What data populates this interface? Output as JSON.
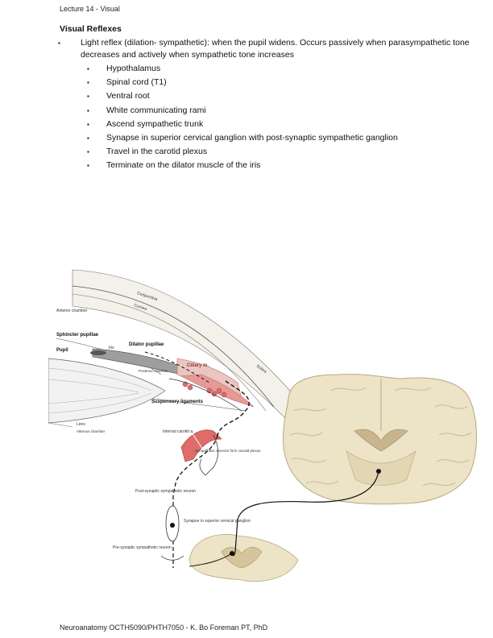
{
  "header": "Lecture 14 - Visual",
  "section_title": "Visual Reflexes",
  "main_bullet": "Light reflex (dilation- sympathetic): when the pupil widens.  Occurs passively when parasympathetic tone decreases and actively when sympathetic tone increases",
  "steps": [
    "Hypothalamus",
    "Spinal cord (T1)",
    "Ventral root",
    "White communicating rami",
    "Ascend sympathetic trunk",
    "Synapse in superior cervical ganglion with post-synaptic sympathetic ganglion",
    "Travel in the carotid plexus",
    "Terminate on the dilator muscle of the iris"
  ],
  "figure_labels": {
    "conjunctiva": "Conjunctiva",
    "cornea": "Cornea",
    "anterior_chamber": "Anterior chamber",
    "sphincter": "Sphincter pupillae",
    "pupil": "Pupil",
    "iris": "Iris",
    "dilator": "Dilator pupillae",
    "posterior_chamber": "Posterior chamber",
    "ciliary": "Ciliary m.",
    "sclera": "Sclera",
    "suspensory": "Suspensory ligaments",
    "lens": "Lens",
    "vitreous": "Vitreous chamber",
    "internal_carotid": "Internal carotid a.",
    "sympathetic_neurons": "Sympathetic neurons form carotid plexus",
    "post_synaptic": "Post-synaptic sympathetic neuron",
    "synapse_scg": "Synapse in superior cervical ganglion",
    "pre_synaptic": "Pre-synaptic sympathetic neuron"
  },
  "footer": "Neuroanatomy OCTH5090/PHTH7050 - K. Bo Foreman PT, PhD",
  "colors": {
    "brain": "#ede3c7",
    "brain_dark": "#c9b58d",
    "muscle": "#e79a95",
    "artery": "#e06b6b"
  }
}
